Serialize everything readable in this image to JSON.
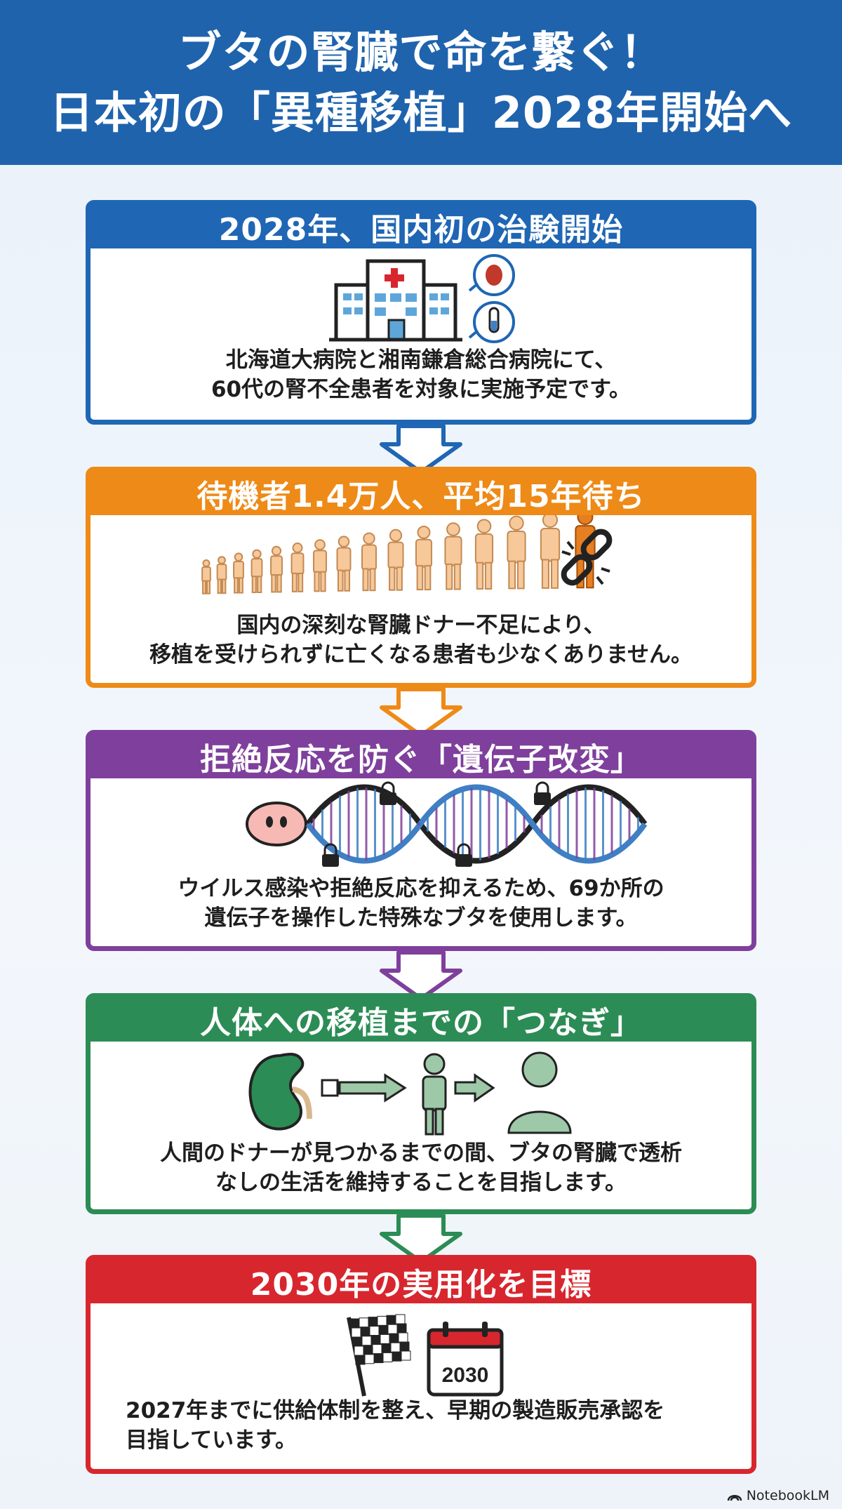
{
  "title": {
    "line1": "ブタの腎臓で命を繋ぐ！",
    "line2": "日本初の「異種移植」2028年開始へ"
  },
  "sections": [
    {
      "heading": "2028年、国内初の治験開始",
      "line1": "北海道大病院と湘南鎌倉総合病院にて、",
      "line2": "60代の腎不全患者を対象に実施予定です。",
      "color": "#1f66b4",
      "icons": [
        "hospital-icon",
        "kidney-icon",
        "test-tube-icon"
      ]
    },
    {
      "heading": "待機者1.4万人、平均15年待ち",
      "line1": "国内の深刻な腎臓ドナー不足により、",
      "line2": "移植を受けられずに亡くなる患者も少なくありません。",
      "color": "#ee8a17",
      "icons": [
        "people-queue-icon",
        "broken-chain-icon"
      ]
    },
    {
      "heading": "拒絶反応を防ぐ「遺伝子改変」",
      "line1": "ウイルス感染や拒絶反応を抑えるため、69か所の",
      "line2": "遺伝子を操作した特殊なブタを使用します。",
      "color": "#7f3f9c",
      "icons": [
        "pig-icon",
        "dna-icon",
        "lock-icon"
      ]
    },
    {
      "heading": "人体への移植までの「つなぎ」",
      "line1": "人間のドナーが見つかるまでの間、ブタの腎臓で透析",
      "line2": "なしの生活を維持することを目指します。",
      "color": "#2c8c55",
      "icons": [
        "kidney-icon",
        "arrow-icon",
        "person-icon"
      ]
    },
    {
      "heading": "2030年の実用化を目標",
      "line1": "2027年までに供給体制を整え、早期の製造販売承認を",
      "line2": "目指しています。",
      "color": "#d8262e",
      "icons": [
        "checkered-flag-icon",
        "calendar-icon"
      ],
      "calendar_year": "2030"
    }
  ],
  "footer": {
    "brand": "NotebookLM"
  }
}
